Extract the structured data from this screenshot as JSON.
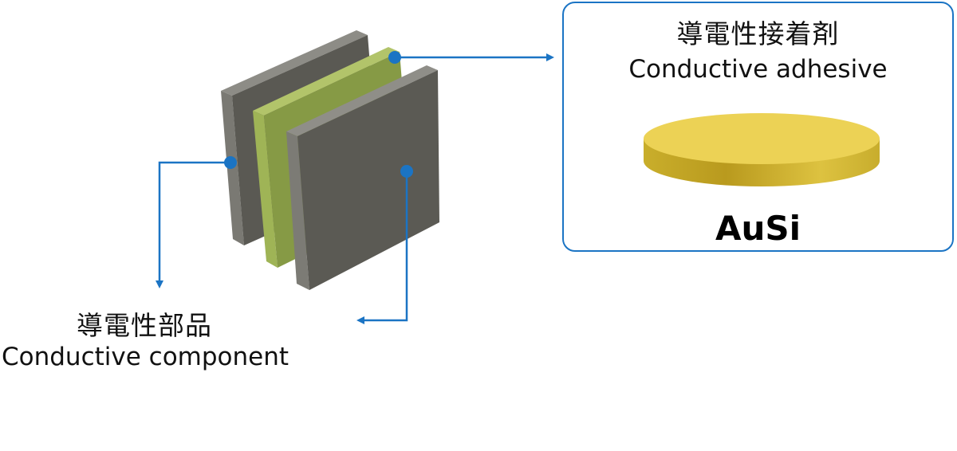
{
  "adhesive": {
    "label_jp": "導電性接着剤",
    "label_en": "Conductive adhesive",
    "material": "AuSi",
    "color": "#ecd255"
  },
  "component": {
    "label_jp": "導電性部品",
    "label_en": "Conductive component",
    "color": "#5a5953"
  },
  "layer_colors": {
    "component": "#5a5953",
    "adhesive_layer": "#869a45"
  },
  "accent_color": "#1b74c4"
}
